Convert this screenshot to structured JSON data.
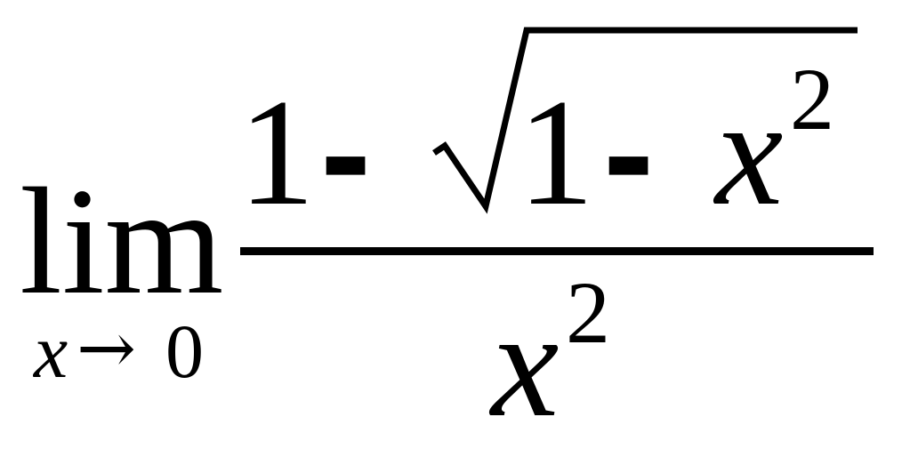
{
  "formula": {
    "operator": "lim",
    "subscript": {
      "variable": "x",
      "arrow": "→",
      "value": "0"
    },
    "numerator": {
      "one": "1",
      "minus": "-",
      "radicand": {
        "one": "1",
        "minus": "-",
        "variable": "x",
        "exponent": "2"
      }
    },
    "denominator": {
      "variable": "x",
      "exponent": "2"
    }
  }
}
